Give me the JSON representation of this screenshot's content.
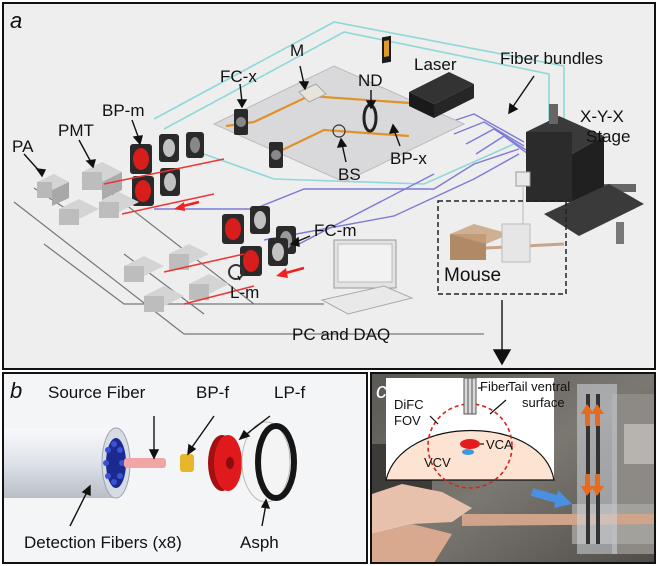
{
  "panel_a": {
    "panel_label": "a",
    "labels": {
      "fc_x": "FC-x",
      "m": "M",
      "nd": "ND",
      "laser": "Laser",
      "fiber_bundles": "Fiber bundles",
      "xyx_stage_line1": "X-Y-X",
      "xyx_stage_line2": "Stage",
      "bp_m": "BP-m",
      "pmt": "PMT",
      "pa": "PA",
      "bs": "BS",
      "bp_x": "BP-x",
      "fc_m": "FC-m",
      "l_m": "L-m",
      "mouse": "Mouse",
      "pc_daq": "PC and DAQ"
    }
  },
  "panel_b": {
    "panel_label": "b",
    "labels": {
      "source_fiber": "Source Fiber",
      "bp_f": "BP-f",
      "lp_f": "LP-f",
      "detection_fibers": "Detection Fibers (x8)",
      "asph": "Asph"
    }
  },
  "panel_c": {
    "panel_label": "c",
    "labels": {
      "fiber": "Fiber",
      "tail_line1": "Tail ventral",
      "tail_line2": "surface",
      "difc_line1": "DiFC",
      "difc_line2": "FOV",
      "vca": "VCA",
      "vcv": "VCV"
    }
  }
}
